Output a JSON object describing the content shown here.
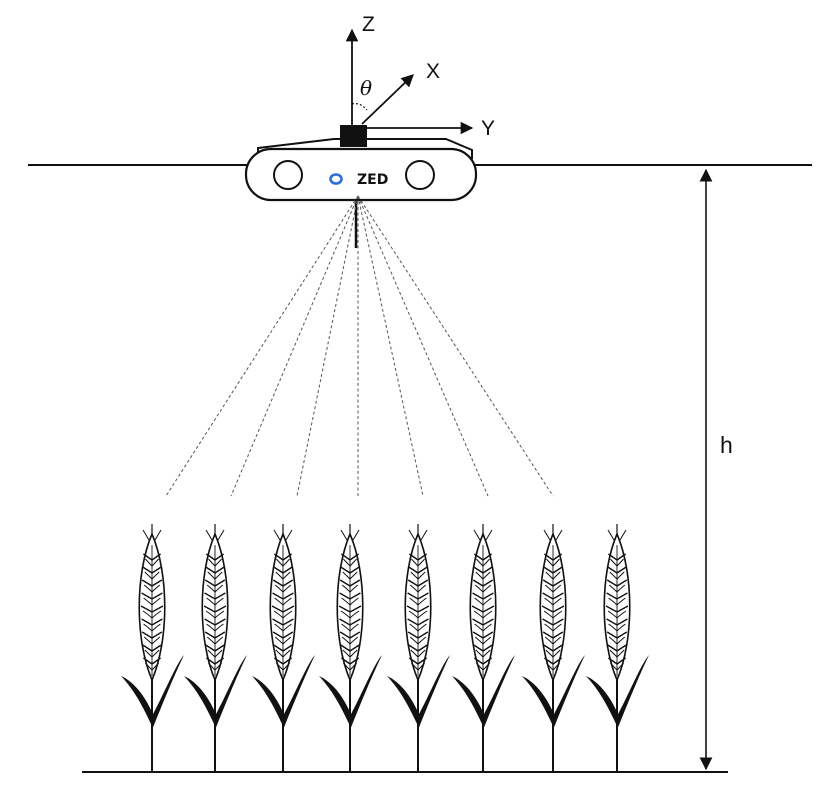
{
  "axes": {
    "z": "Z",
    "x": "X",
    "y": "Y",
    "angle": "θ"
  },
  "camera": {
    "label": "ZED",
    "accent_color": "#2f6fd6"
  },
  "dimension": {
    "height_label": "h"
  },
  "plant": {
    "icon": "wheat-plant-icon",
    "count": 8
  },
  "colors": {
    "line": "#111111",
    "ray": "#555555"
  }
}
